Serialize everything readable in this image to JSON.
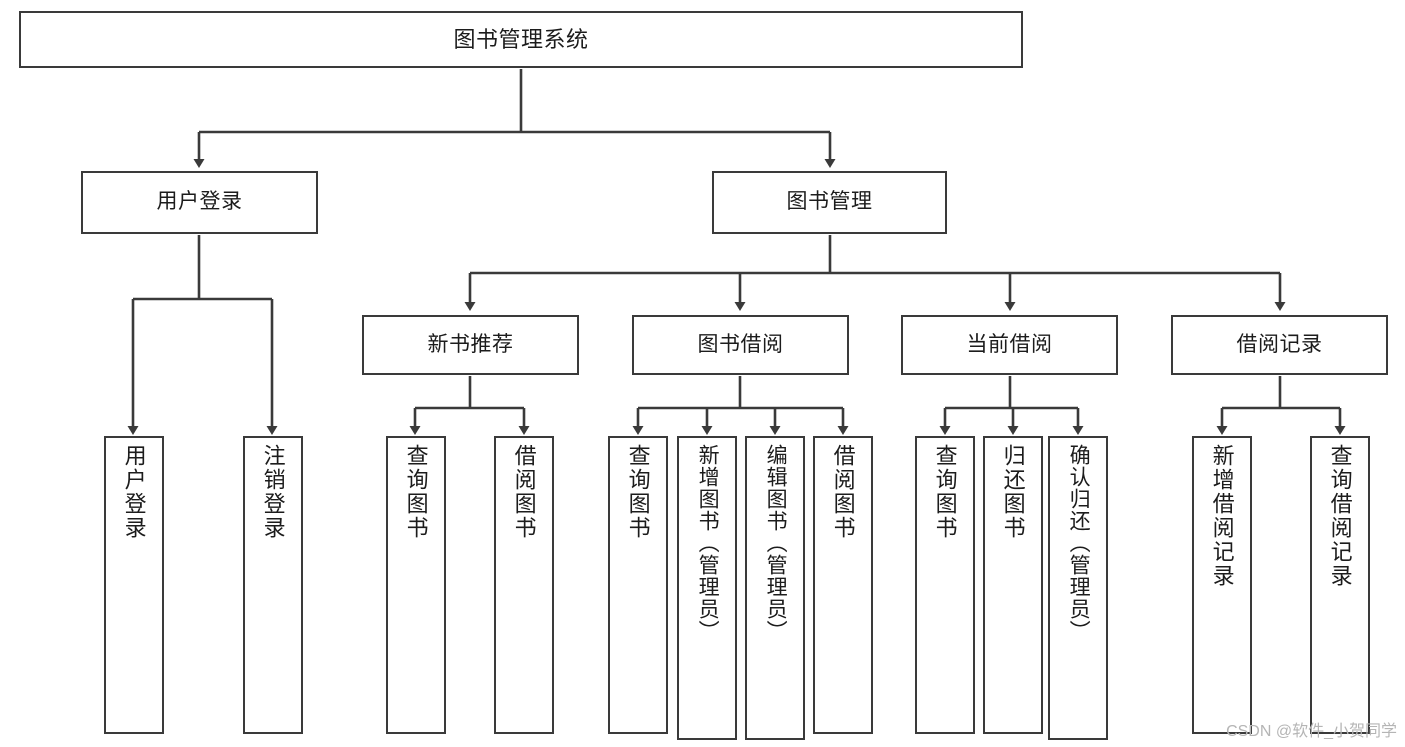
{
  "diagram": {
    "title": "图书管理系统",
    "type": "tree",
    "root": {
      "label": "图书管理系统"
    },
    "level2": [
      {
        "id": "user-login",
        "label": "用户登录"
      },
      {
        "id": "book-manage",
        "label": "图书管理"
      }
    ],
    "level3": [
      {
        "id": "new-book-recommend",
        "label": "新书推荐"
      },
      {
        "id": "book-borrow",
        "label": "图书借阅"
      },
      {
        "id": "current-borrow",
        "label": "当前借阅"
      },
      {
        "id": "borrow-record",
        "label": "借阅记录"
      }
    ],
    "leaves": [
      {
        "id": "leaf-user-login",
        "label": "用户登录",
        "parent": "user-login"
      },
      {
        "id": "leaf-logout-login",
        "label": "注销登录",
        "parent": "user-login"
      },
      {
        "id": "leaf-query-book-1",
        "label": "查询图书",
        "parent": "new-book-recommend"
      },
      {
        "id": "leaf-borrow-book-1",
        "label": "借阅图书",
        "parent": "new-book-recommend"
      },
      {
        "id": "leaf-query-book-2",
        "label": "查询图书",
        "parent": "book-borrow"
      },
      {
        "id": "leaf-add-book",
        "label": "新增图书（管理员）",
        "parent": "book-borrow"
      },
      {
        "id": "leaf-edit-book",
        "label": "编辑图书（管理员）",
        "parent": "book-borrow"
      },
      {
        "id": "leaf-borrow-book-2",
        "label": "借阅图书",
        "parent": "book-borrow"
      },
      {
        "id": "leaf-query-book-3",
        "label": "查询图书",
        "parent": "current-borrow"
      },
      {
        "id": "leaf-return-book",
        "label": "归还图书",
        "parent": "current-borrow"
      },
      {
        "id": "leaf-confirm-return",
        "label": "确认归还（管理员）",
        "parent": "current-borrow"
      },
      {
        "id": "leaf-add-record",
        "label": "新增借阅记录",
        "parent": "borrow-record"
      },
      {
        "id": "leaf-query-record",
        "label": "查询借阅记录",
        "parent": "borrow-record"
      }
    ],
    "colors": {
      "stroke": "#3a3a3a",
      "background": "#ffffff",
      "text": "#1c1c1c",
      "watermark": "#b5b5b5"
    }
  },
  "watermark": {
    "text": "CSDN @软件_小贺同学"
  }
}
